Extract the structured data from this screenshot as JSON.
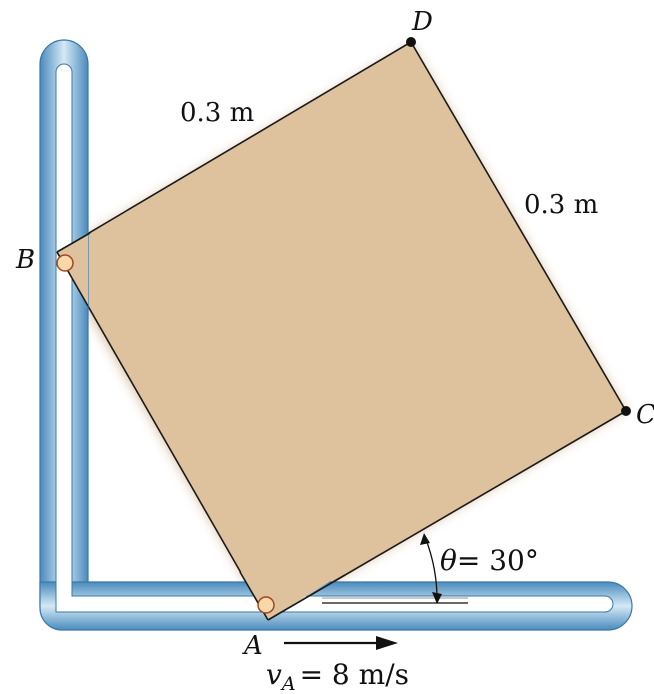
{
  "labels": {
    "D": "D",
    "C": "C",
    "B": "B",
    "A": "A",
    "top_side": "0.3 m",
    "right_side": "0.3 m",
    "theta_symbol": "θ",
    "theta_value": "= 30°",
    "v_symbol": "v",
    "v_subscript": "A",
    "v_value": "= 8 m/s"
  },
  "colors": {
    "plate": "#DEC29E",
    "plate_shadow": "#C9A57C",
    "plate_edge": "#1a1a1a",
    "track_outer": "#4D8FC0",
    "track_light": "#D9ECF7",
    "slot": "#FFFFFF",
    "pin_fill": "#F8D8A8",
    "pin_stroke": "#A0461E"
  }
}
